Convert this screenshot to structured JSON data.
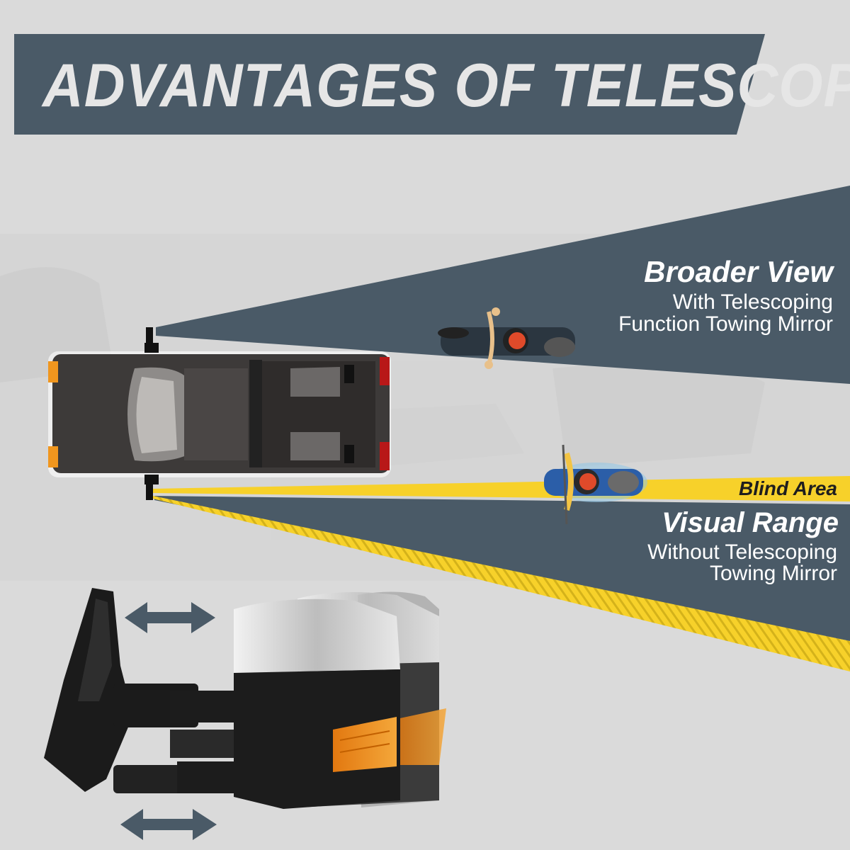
{
  "title": "ADVANTAGES OF TELESCOPING",
  "broader": {
    "title": "Broader View",
    "line1": "With Telescoping",
    "line2": "Function Towing Mirror"
  },
  "blind_area": "Blind Area",
  "visual": {
    "title": "Visual Range",
    "line1": "Without Telescoping",
    "line2": "Towing Mirror"
  },
  "colors": {
    "banner": "#4a5a67",
    "cone": "#4a5a67",
    "blind": "#f7d12a",
    "amber": "#f0961e",
    "truck": "#3d3a39"
  },
  "icons": [
    "left-right-arrow-icon",
    "motorcycle-icon",
    "pickup-truck-icon",
    "towing-mirror-icon"
  ]
}
